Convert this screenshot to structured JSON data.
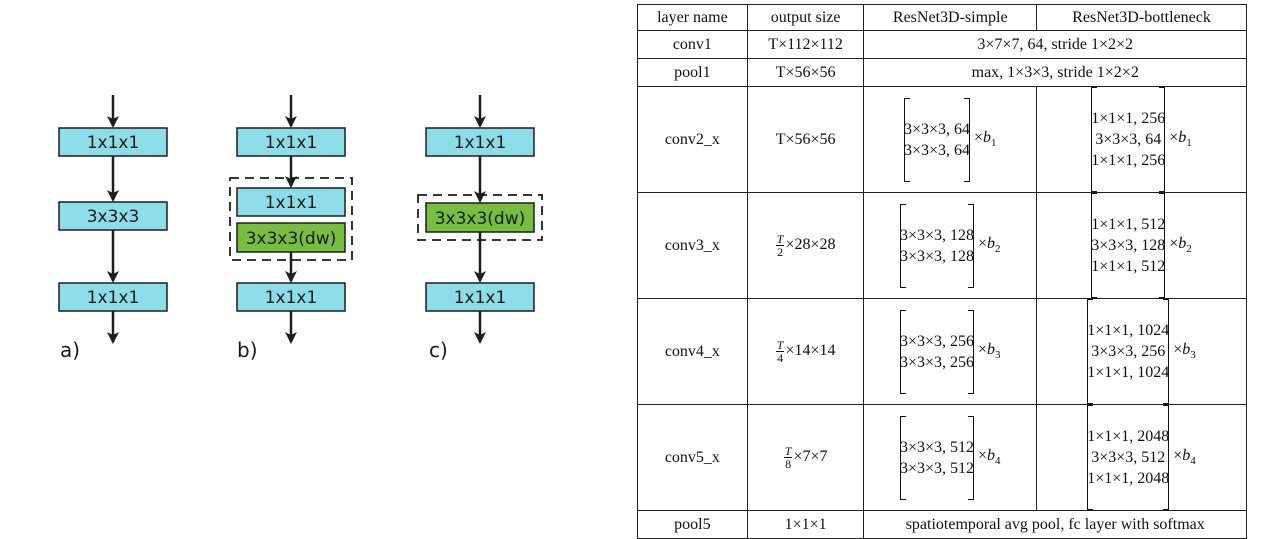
{
  "diagram": {
    "colors": {
      "cyan": "#8ddde8",
      "green": "#77bd3f",
      "stroke": "#1d1d1d"
    },
    "panel_a": {
      "label": "a)",
      "top": "1x1x1",
      "middle": "3x3x3",
      "bottom": "1x1x1"
    },
    "panel_b": {
      "label": "b)",
      "top": "1x1x1",
      "inner_top": "1x1x1",
      "inner_bottom": "3x3x3(dw)",
      "bottom": "1x1x1"
    },
    "panel_c": {
      "label": "c)",
      "top": "1x1x1",
      "middle": "3x3x3(dw)",
      "bottom": "1x1x1"
    }
  },
  "table": {
    "headers": [
      "layer name",
      "output size",
      "ResNet3D-simple",
      "ResNet3D-bottleneck"
    ],
    "conv1": {
      "name": "conv1",
      "output": "T×112×112",
      "spec": "3×7×7, 64, stride 1×2×2"
    },
    "pool1": {
      "name": "pool1",
      "output": "T×56×56",
      "spec": "max, 1×3×3, stride 1×2×2"
    },
    "conv2": {
      "name": "conv2_x",
      "output": "T×56×56",
      "simple": [
        "3×3×3, 64",
        "3×3×3, 64"
      ],
      "simple_mult": "b",
      "simple_sub": "1",
      "bottleneck": [
        "1×1×1, 256",
        "3×3×3, 64",
        "1×1×1, 256"
      ],
      "bottleneck_mult": "b",
      "bottleneck_sub": "1"
    },
    "conv3": {
      "name": "conv3_x",
      "frac_num": "T",
      "frac_den": "2",
      "output_rest": "×28×28",
      "simple": [
        "3×3×3, 128",
        "3×3×3, 128"
      ],
      "simple_mult": "b",
      "simple_sub": "2",
      "bottleneck": [
        "1×1×1, 512",
        "3×3×3, 128",
        "1×1×1, 512"
      ],
      "bottleneck_mult": "b",
      "bottleneck_sub": "2"
    },
    "conv4": {
      "name": "conv4_x",
      "frac_num": "T",
      "frac_den": "4",
      "output_rest": "×14×14",
      "simple": [
        "3×3×3, 256",
        "3×3×3, 256"
      ],
      "simple_mult": "b",
      "simple_sub": "3",
      "bottleneck": [
        "1×1×1, 1024",
        "3×3×3, 256",
        "1×1×1, 1024"
      ],
      "bottleneck_mult": "b",
      "bottleneck_sub": "3"
    },
    "conv5": {
      "name": "conv5_x",
      "frac_num": "T",
      "frac_den": "8",
      "output_rest": "×7×7",
      "simple": [
        "3×3×3, 512",
        "3×3×3, 512"
      ],
      "simple_mult": "b",
      "simple_sub": "4",
      "bottleneck": [
        "1×1×1, 2048",
        "3×3×3, 512",
        "1×1×1, 2048"
      ],
      "bottleneck_mult": "b",
      "bottleneck_sub": "4"
    },
    "pool5": {
      "name": "pool5",
      "output": "1×1×1",
      "spec": "spatiotemporal avg pool, fc layer with softmax"
    }
  }
}
